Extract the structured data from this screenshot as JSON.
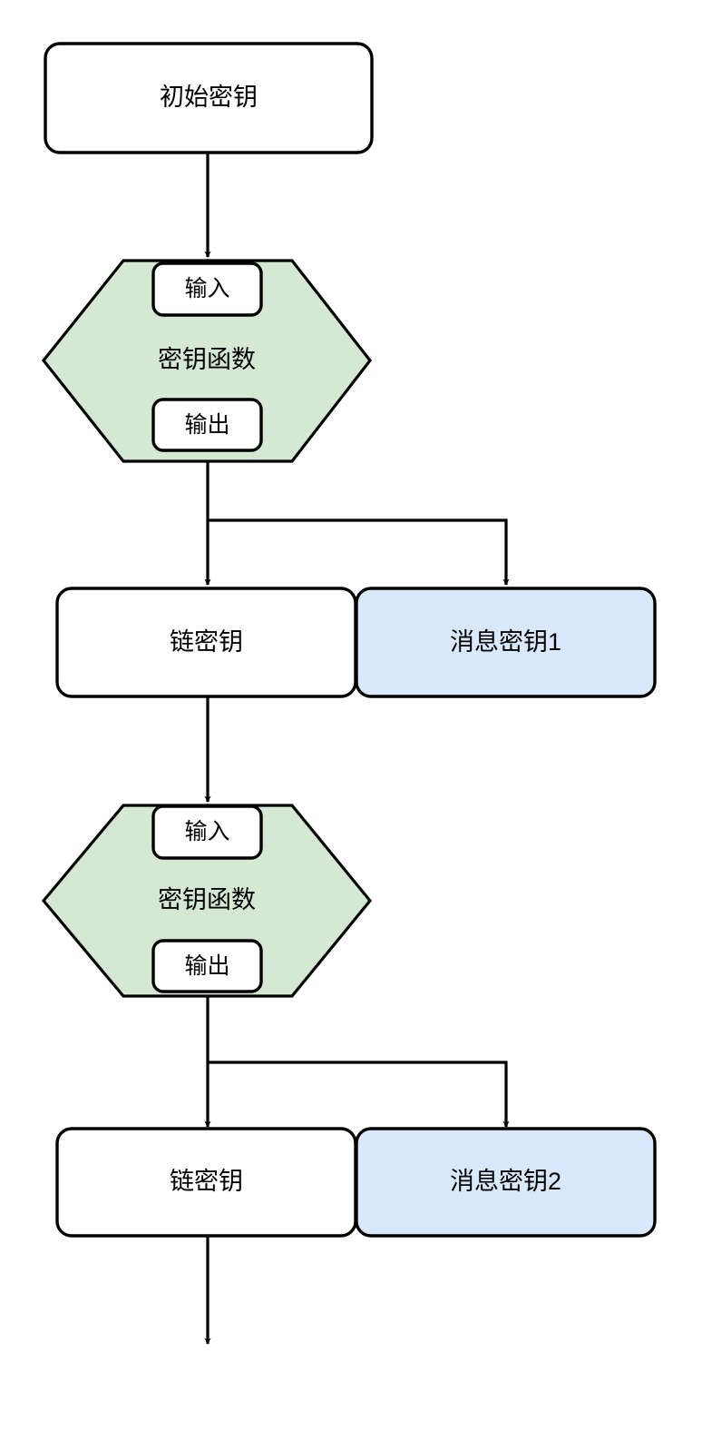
{
  "diagram": {
    "title": "",
    "background_color": "#ffffff",
    "stroke_color": "#000000",
    "text_color": "#000000",
    "palette": {
      "white_fill": "#ffffff",
      "green_fill": "#d5e8d4",
      "green_stroke": "#000000",
      "blue_fill": "#dae8fc",
      "blue_stroke": "#000000"
    },
    "nodes": {
      "initial_key": {
        "label": "初始密钥",
        "shape": "rounded-rect",
        "fill": "#ffffff"
      },
      "kdf1": {
        "label": "密钥函数",
        "shape": "hexagon",
        "fill": "#d5e8d4",
        "input_label": "输入",
        "output_label": "输出"
      },
      "chain_key_1": {
        "label": "链密钥",
        "shape": "rounded-rect",
        "fill": "#ffffff"
      },
      "message_key_1": {
        "label": "消息密钥1",
        "shape": "rounded-rect",
        "fill": "#dae8fc"
      },
      "kdf2": {
        "label": "密钥函数",
        "shape": "hexagon",
        "fill": "#d5e8d4",
        "input_label": "输入",
        "output_label": "输出"
      },
      "chain_key_2": {
        "label": "链密钥",
        "shape": "rounded-rect",
        "fill": "#ffffff"
      },
      "message_key_2": {
        "label": "消息密钥2",
        "shape": "rounded-rect",
        "fill": "#dae8fc"
      }
    },
    "edges": [
      {
        "from": "initial_key",
        "to": "kdf1",
        "style": "straight-down",
        "arrow": "true"
      },
      {
        "from": "kdf1",
        "to": "chain_key_1",
        "style": "straight-down",
        "arrow": "true"
      },
      {
        "from": "kdf1",
        "to": "message_key_1",
        "style": "elbow-right",
        "arrow": "true"
      },
      {
        "from": "chain_key_1",
        "to": "kdf2",
        "style": "straight-down",
        "arrow": "true"
      },
      {
        "from": "kdf2",
        "to": "chain_key_2",
        "style": "straight-down",
        "arrow": "true"
      },
      {
        "from": "kdf2",
        "to": "message_key_2",
        "style": "elbow-right",
        "arrow": "true"
      },
      {
        "from": "chain_key_2",
        "to": "",
        "style": "straight-down-open",
        "arrow": "true"
      }
    ]
  }
}
